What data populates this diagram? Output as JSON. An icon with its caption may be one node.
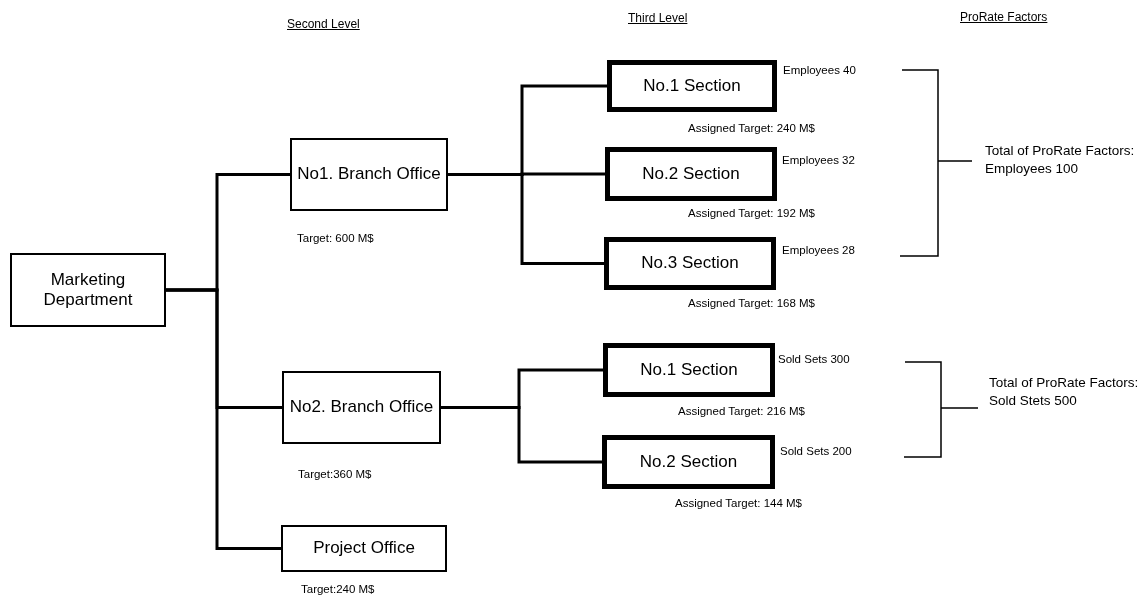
{
  "diagram": {
    "nodes": [
      {
        "text": [
          "Marketing Department"
        ]
      },
      {
        "text": [
          "No1. Branch Office"
        ],
        "beside": [
          "Target: 600 M$"
        ]
      },
      {
        "text": [
          "No2. Branch Office"
        ],
        "beside": [
          "Target:360 M$"
        ]
      },
      {
        "text": [
          "Project Office"
        ],
        "beside": [
          "Target:240 M$"
        ]
      },
      {
        "text": [
          "No.1 Section"
        ],
        "beside": [
          "Employees 40",
          "Assigned Target: 240 M$"
        ]
      },
      {
        "text": [
          "No.2 Section"
        ],
        "beside": [
          "Employees 32",
          "Assigned Target: 192 M$"
        ]
      },
      {
        "text": [
          "No.3 Section"
        ],
        "beside": [
          "Employees 28",
          "Assigned Target: 168 M$"
        ]
      },
      {
        "text": [
          "No.1 Section"
        ],
        "beside": [
          "Sold Sets 300",
          "Assigned Target: 216 M$"
        ]
      },
      {
        "text": [
          "No.2 Section"
        ],
        "beside": [
          "Sold Sets 200",
          "Assigned Target: 144 M$"
        ]
      }
    ],
    "edges": [
      {
        "from": 0,
        "to": 1,
        "arrow": "none"
      },
      {
        "from": 0,
        "to": 2,
        "arrow": "none"
      },
      {
        "from": 0,
        "to": 3,
        "arrow": "none"
      },
      {
        "from": 1,
        "to": 4,
        "arrow": "none"
      },
      {
        "from": 1,
        "to": 5,
        "arrow": "none"
      },
      {
        "from": 1,
        "to": 6,
        "arrow": "none"
      },
      {
        "from": 2,
        "to": 7,
        "arrow": "none"
      },
      {
        "from": 2,
        "to": 8,
        "arrow": "none"
      }
    ],
    "labels": [
      "Second Level",
      "Third Level",
      "ProRate Factors",
      "Total of ProRate Factors: Employees 100",
      "Total of ProRate Factors: Sold Stets 500"
    ]
  }
}
